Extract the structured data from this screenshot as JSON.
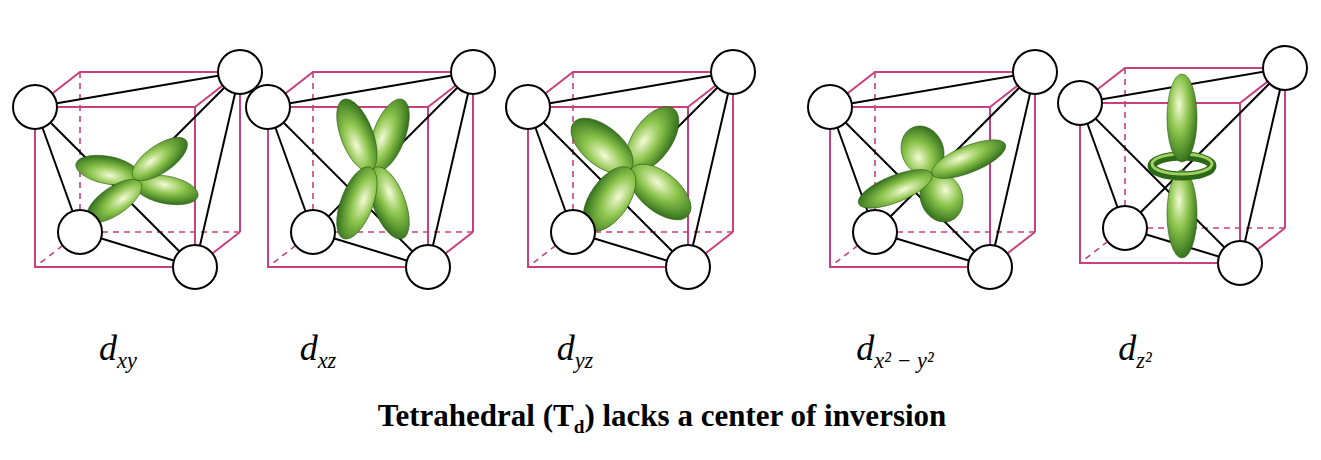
{
  "diagram": {
    "labels": [
      "d",
      "xy",
      "d",
      "xz",
      "d",
      "yz",
      "d",
      "x² − y²",
      "d",
      "z²",
      "Tetrahedral (T",
      "d",
      ") lacks a center of inversion"
    ]
  }
}
